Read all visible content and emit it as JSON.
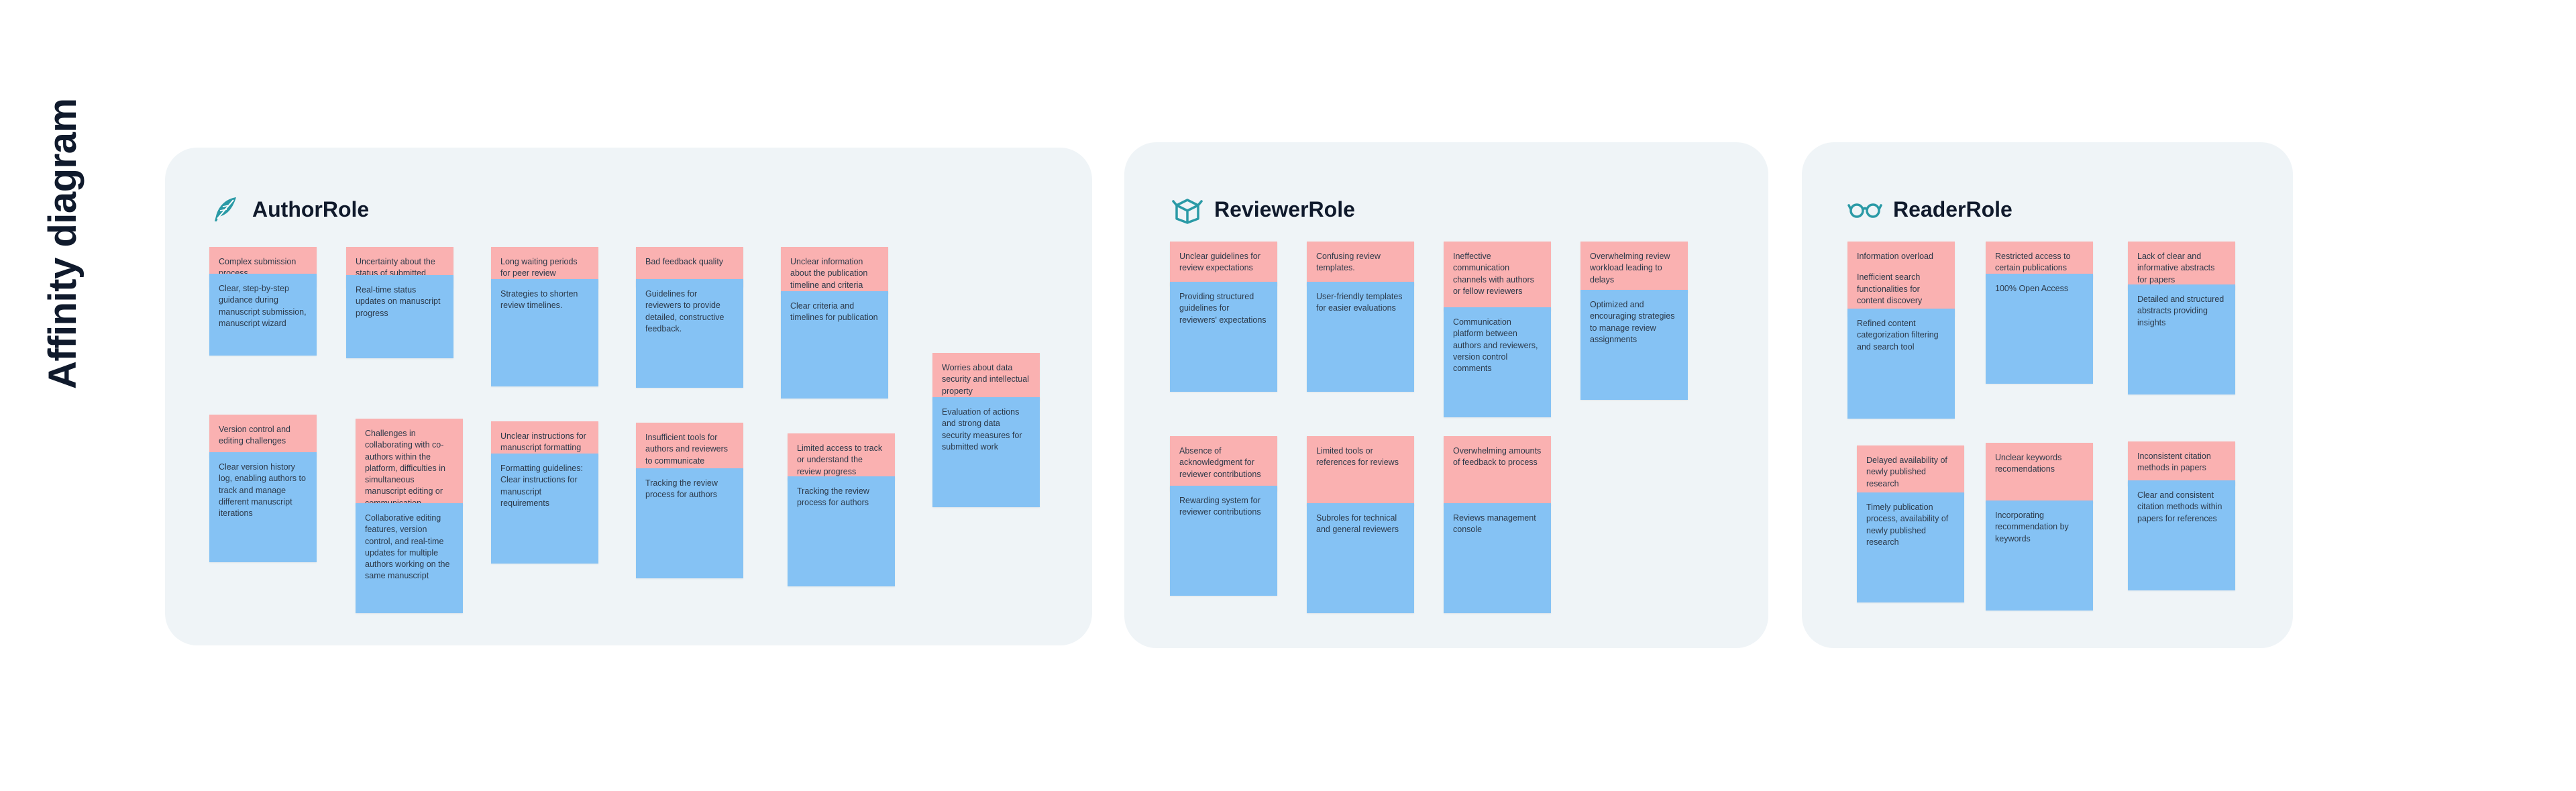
{
  "page_title": "Affinity diagram",
  "colors": {
    "pink_note": "#fab1b1",
    "blue_note": "#85c2f4",
    "board": "#eff4f7",
    "title": "#101a2c",
    "accent": "#2a9aa6"
  },
  "boards": {
    "author": {
      "title": "AuthorRole",
      "icon": "feather-icon",
      "notes": [
        {
          "pink": "Complex submission process",
          "blue": "Clear, step-by-step guidance during manuscript submission, manuscript wizard"
        },
        {
          "pink": "Uncertainty about the status of submitted manuscripts",
          "blue": "Real-time status updates on manuscript progress"
        },
        {
          "pink": "Long waiting periods for peer review",
          "blue": "Strategies to shorten review timelines."
        },
        {
          "pink": "Bad feedback quality",
          "blue": "Guidelines for reviewers to provide detailed, constructive feedback."
        },
        {
          "pink": "Unclear information about the publication timeline and criteria",
          "blue": "Clear criteria and timelines for publication"
        },
        {
          "pink": "Worries about data security and intellectual property",
          "blue": "Evaluation of actions and strong data security measures for submitted work"
        },
        {
          "pink": "Version control and editing challenges",
          "blue": "Clear version history log, enabling authors to track and manage different manuscript iterations"
        },
        {
          "pink": "Challenges in collaborating with co-authors within the platform, difficulties in simultaneous manuscript editing or communication",
          "blue": "Collaborative editing features, version control, and real-time updates for multiple authors working on the same manuscript"
        },
        {
          "pink": "Unclear instructions for manuscript formatting",
          "blue": "Formatting guidelines: Clear instructions for manuscript requirements"
        },
        {
          "pink": "Insufficient tools for authors and reviewers to communicate",
          "blue": "Tracking the review process for authors"
        },
        {
          "pink": "Limited access to track or understand the review progress",
          "blue": "Tracking the review process for authors"
        }
      ]
    },
    "reviewer": {
      "title": "ReviewerRole",
      "icon": "open-box-icon",
      "notes": [
        {
          "pink": "Unclear guidelines for review expectations",
          "blue": "Providing structured guidelines for reviewers' expectations"
        },
        {
          "pink": "Confusing review templates.",
          "blue": "User-friendly templates for easier evaluations"
        },
        {
          "pink": "Ineffective communication channels with authors or fellow reviewers",
          "blue": "Communication platform between authors and reviewers, version control comments"
        },
        {
          "pink": "Overwhelming review workload leading to delays",
          "blue": "Optimized and encouraging strategies to manage review assignments"
        },
        {
          "pink": "Absence of acknowledgment for reviewer contributions",
          "blue": "Rewarding system for reviewer contributions"
        },
        {
          "pink": "Limited tools or references for reviews",
          "blue": "Subroles for technical and general reviewers"
        },
        {
          "pink": "Overwhelming amounts of feedback to process",
          "blue": "Reviews management console"
        }
      ]
    },
    "reader": {
      "title": "ReaderRole",
      "icon": "glasses-icon",
      "notes": [
        {
          "pink": "Information overload",
          "pink2": "Inefficient search functionalities for content discovery",
          "blue": "Refined content categorization filtering and search tool"
        },
        {
          "pink": "Restricted access to certain publications",
          "blue": "100% Open Access"
        },
        {
          "pink": "Lack of clear and informative abstracts for papers",
          "blue": "Detailed and structured abstracts providing insights"
        },
        {
          "pink": "Delayed availability of newly published research",
          "blue": "Timely publication process, availability of newly published research"
        },
        {
          "pink": "Unclear keywords recomendations",
          "blue": "Incorporating recommendation by keywords"
        },
        {
          "pink": "Inconsistent citation methods in papers",
          "blue": "Clear and consistent citation methods within papers for references"
        }
      ]
    }
  }
}
